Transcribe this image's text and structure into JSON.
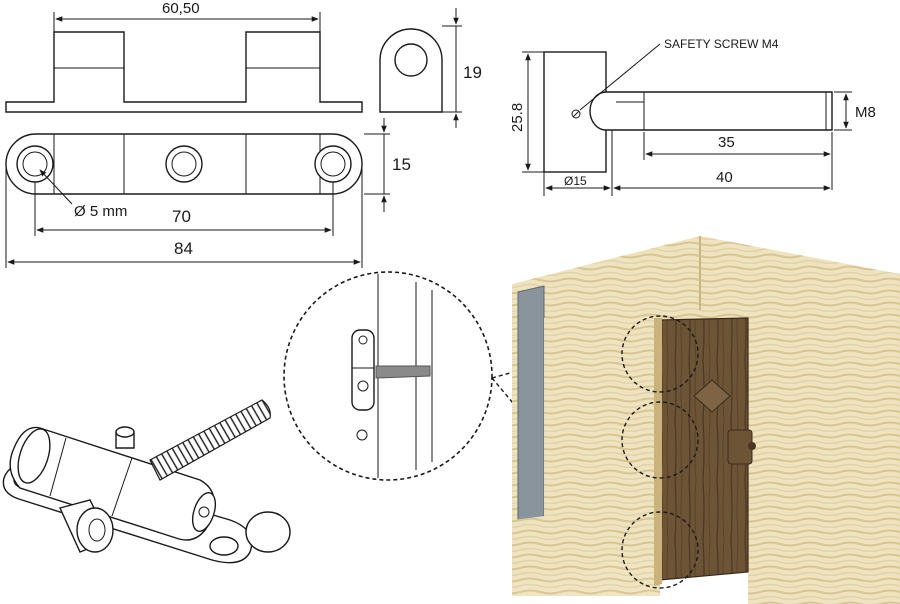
{
  "hinge_drawings": {
    "top_view": {
      "width_label": "60,50"
    },
    "end_view": {
      "height_label": "19"
    },
    "plan_view": {
      "hole_label": "Ø 5 mm",
      "pitch_label": "70",
      "overall_label": "84",
      "depth_label": "15"
    },
    "pin_view": {
      "safety_label": "SAFETY SCREW M4",
      "height_label": "25.8",
      "thread_label": "M8",
      "thread_length_label": "35",
      "diameter_label": "Ø15",
      "pin_length_label": "40"
    }
  },
  "colors": {
    "line": "#1a1a1a",
    "wall_light": "#efe3bf",
    "wall_stripe": "#d8c594",
    "door": "#6d5436",
    "door_dark": "#4a3622",
    "steel": "#8a949c"
  },
  "icons": {
    "hinge_3d": "hinge-illustration-icon",
    "detail_zoom": "magnifier-circle-icon"
  }
}
